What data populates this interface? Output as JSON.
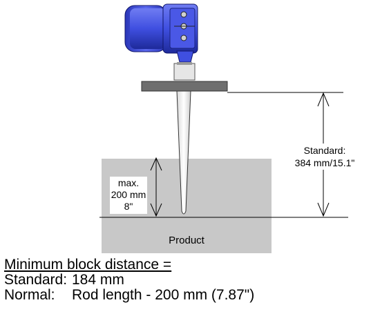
{
  "labels": {
    "standard_title": "Standard:",
    "standard_value": "384 mm/15.1\"",
    "max_line1": "max.",
    "max_line2": "200 mm",
    "max_line3": "8\"",
    "product": "Product"
  },
  "notes": {
    "heading": "Minimum block distance =",
    "rows": [
      {
        "key": "Standard:",
        "value": "184 mm"
      },
      {
        "key": "Normal:",
        "value": "Rod length - 200 mm (7.87\")"
      }
    ]
  },
  "colors": {
    "housing": "#3f4fe0",
    "housing_dark": "#1e2a9a",
    "product_fill": "#c8c8c8",
    "flange": "#6e6e6e"
  }
}
